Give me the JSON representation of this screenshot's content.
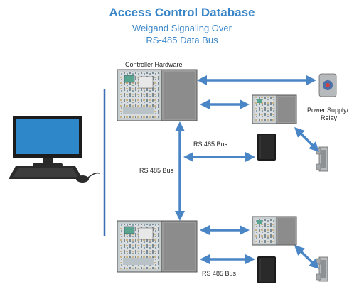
{
  "title": {
    "line1": "Access Control Database",
    "line2": "Weigand Signaling Over",
    "line3": "RS-485 Data Bus"
  },
  "labels": {
    "controller_hardware": "Controller Hardware",
    "rs485_bus_upper": "RS 485 Bus",
    "rs485_bus_vertical": "RS 485 Bus",
    "rs485_bus_lower": "RS 485 Bus",
    "power_supply_line1": "Power Supply/",
    "power_supply_line2": "Relay"
  },
  "colors": {
    "title": "#3a86c8",
    "arrow": "#4a86c6",
    "bus_line": "#3a6fb3",
    "panel_door": "#9a9a9a",
    "reader": "#1b1b1b"
  }
}
